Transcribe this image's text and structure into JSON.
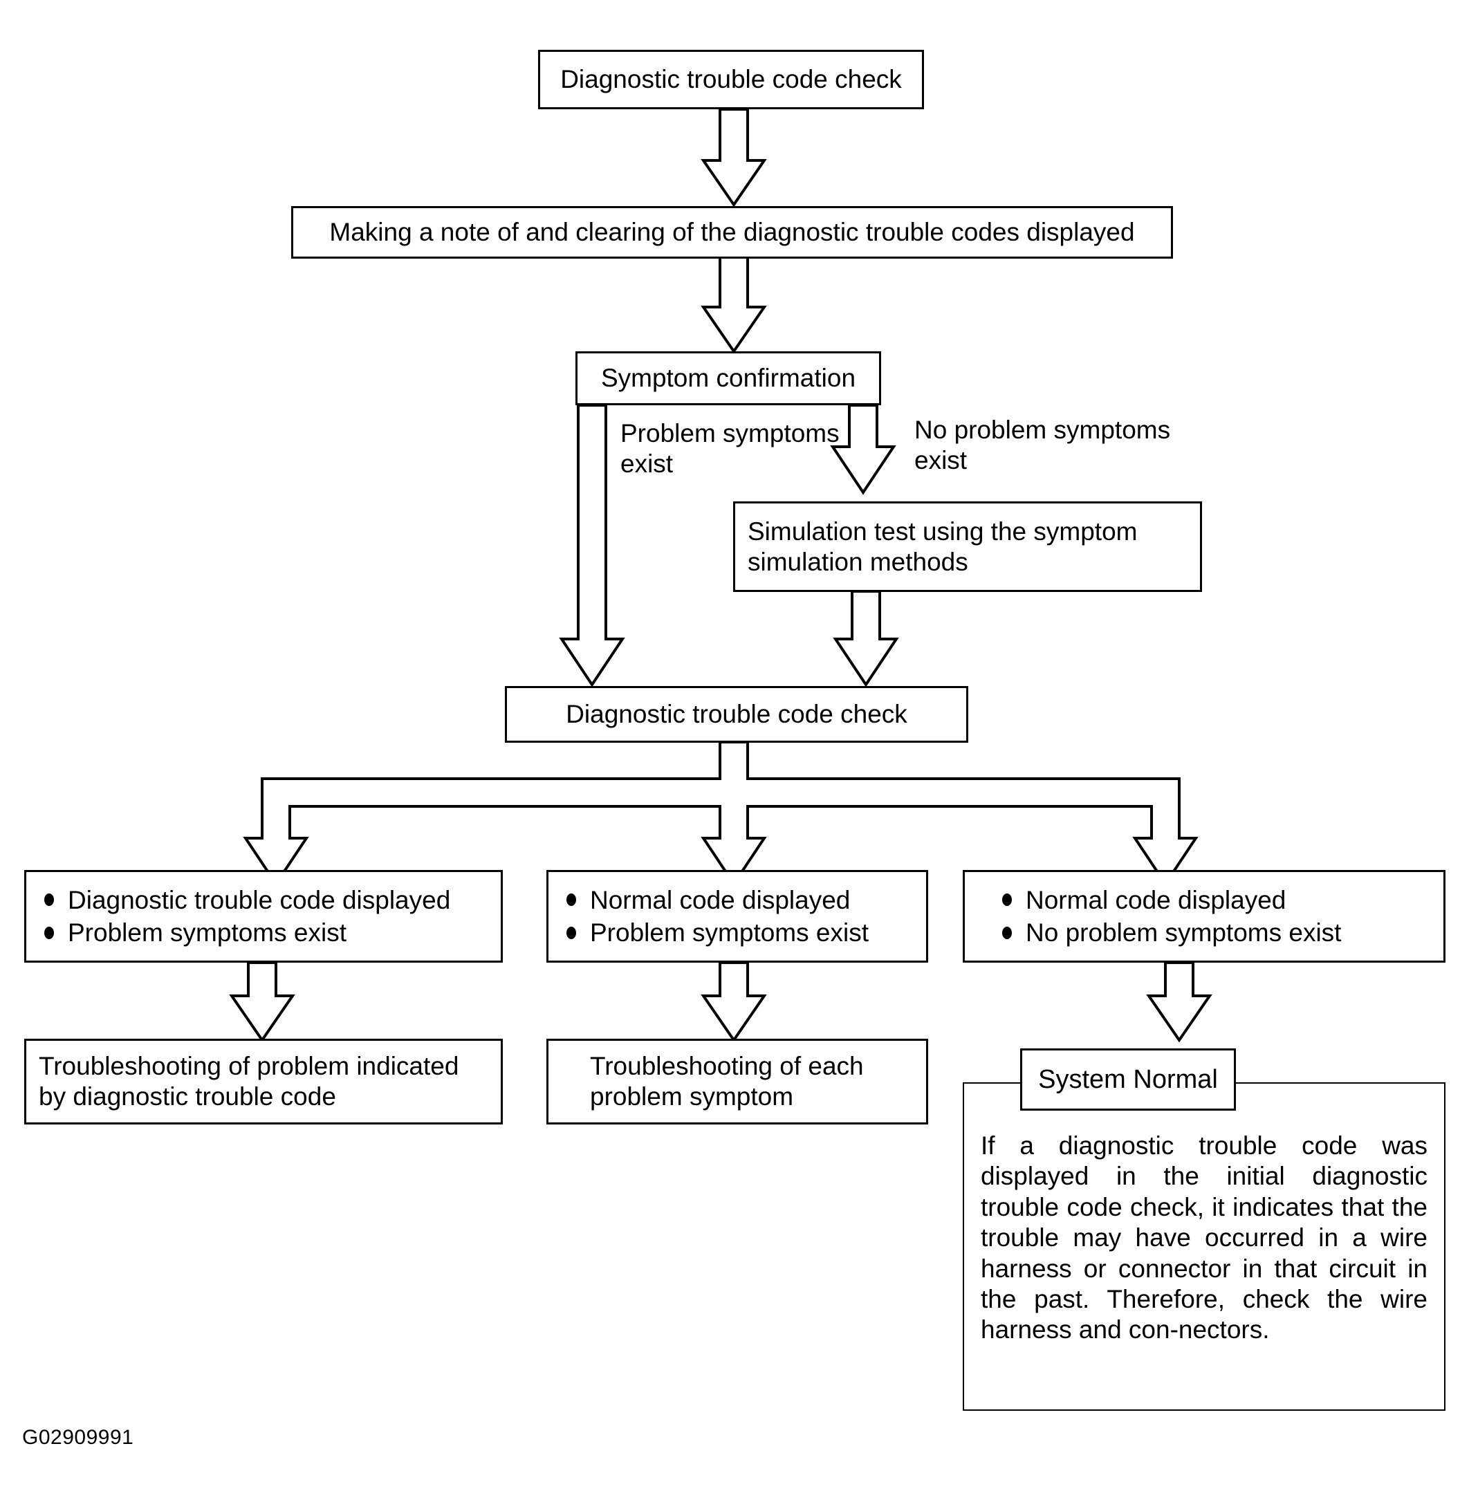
{
  "diagram": {
    "title": "Diagnostic trouble code check flowchart",
    "caption_code": "G02909991",
    "colors": {
      "line": "#000000",
      "background": "#ffffff",
      "text": "#000000"
    },
    "nodes": {
      "dtc_check_top": "Diagnostic trouble code check",
      "make_note": "Making a note of and clearing of the diagnostic trouble codes displayed",
      "symptom_confirmation": "Symptom confirmation",
      "simulation_test": "Simulation test using the symptom\nsimulation methods",
      "dtc_check_second": "Diagnostic trouble code check",
      "outcome_left": {
        "bullets": [
          "Diagnostic trouble code displayed",
          "Problem symptoms exist"
        ]
      },
      "outcome_middle": {
        "bullets": [
          "Normal code displayed",
          "Problem symptoms exist"
        ]
      },
      "outcome_right": {
        "bullets": [
          "Normal code displayed",
          "No problem symptoms exist"
        ]
      },
      "result_left": "Troubleshooting of problem indicated\nby diagnostic trouble code",
      "result_middle": "Troubleshooting of each\nproblem symptom",
      "system_normal_label": "System Normal",
      "system_normal_body": "If a diagnostic trouble code was displayed in the initial diagnostic trouble code check, it indicates that the trouble may have occurred in a wire harness or connector in that circuit in the past. Therefore, check the wire harness and con-nectors."
    },
    "edge_labels": {
      "problem_symptoms_exist": "Problem symptoms\nexist",
      "no_problem_symptoms_exist": "No problem symptoms\nexist"
    }
  }
}
